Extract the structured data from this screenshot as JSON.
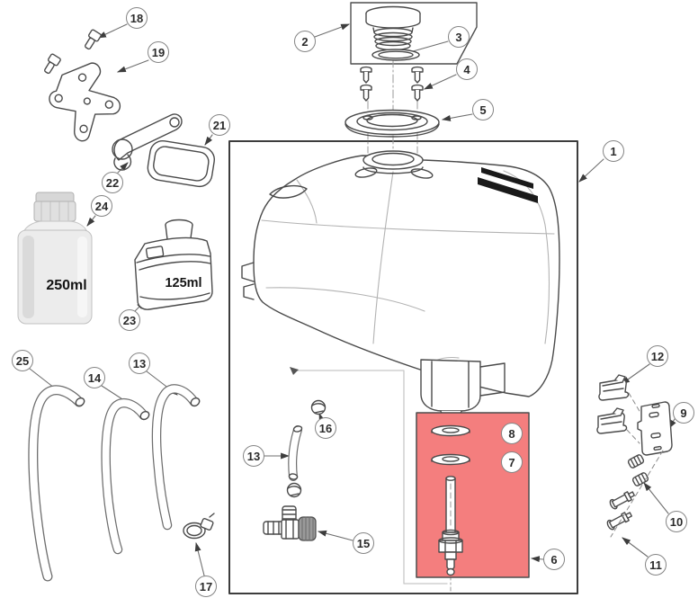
{
  "diagram": {
    "type": "exploded-parts-diagram",
    "subject": "fuel-tank-assembly",
    "colors": {
      "background": "#ffffff",
      "line": "#4a4a4a",
      "highlight_box": "#f47e7e",
      "callout_border": "#848484",
      "detail_box": "#c8c8c8",
      "stripe": "#1a1a1a"
    },
    "labels": {
      "bottle": "250ml",
      "oil_tank": "125ml"
    },
    "callouts": {
      "c1": "1",
      "c2": "2",
      "c3": "3",
      "c4": "4",
      "c5": "5",
      "c6": "6",
      "c7": "7",
      "c8": "8",
      "c9": "9",
      "c10": "10",
      "c11": "11",
      "c12": "12",
      "c13": "13",
      "c14": "14",
      "c15": "15",
      "c16": "16",
      "c17": "17",
      "c18": "18",
      "c19": "19",
      "c21": "21",
      "c22": "22",
      "c23": "23",
      "c24": "24",
      "c25": "25"
    }
  }
}
